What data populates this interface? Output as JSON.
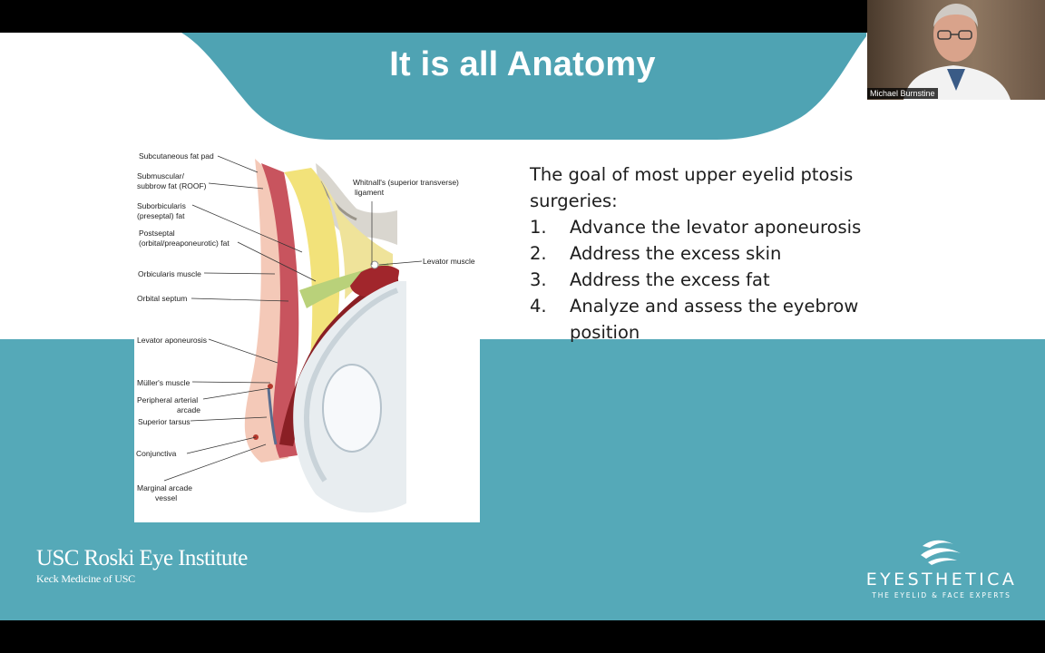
{
  "slide": {
    "title": "It is all Anatomy",
    "bullets_intro": "The goal of most upper eyelid ptosis surgeries:",
    "bullets": [
      {
        "num": "1.",
        "text": "Advance the levator aponeurosis"
      },
      {
        "num": "2.",
        "text": "Address the excess skin"
      },
      {
        "num": "3.",
        "text": "Address the excess fat"
      },
      {
        "num": "4.",
        "text": "Analyze and assess the eyebrow position"
      }
    ],
    "figure_labels": {
      "subcutaneous": "Subcutaneous fat pad",
      "submuscular_1": "Submuscular/",
      "submuscular_2": "subbrow fat (ROOF)",
      "suborbicularis_1": "Suborbicularis",
      "suborbicularis_2": "(preseptal) fat",
      "postseptal_1": "Postseptal",
      "postseptal_2": "(orbital/preaponeurotic) fat",
      "orbicularis": "Orbicularis muscle",
      "septum": "Orbital septum",
      "aponeurosis": "Levator aponeurosis",
      "muller": "Müller's muscle",
      "peripheral_1": "Peripheral arterial",
      "peripheral_2": "arcade",
      "tarsus": "Superior tarsus",
      "conjunctiva": "Conjunctiva",
      "marginal_1": "Marginal arcade",
      "marginal_2": "vessel",
      "whitnall_1": "Whitnall's (superior transverse)",
      "whitnall_2": "ligament",
      "levator_muscle": "Levator muscle"
    },
    "logo_left_main": "USC Roski Eye Institute",
    "logo_left_sub": "Keck Medicine of USC",
    "logo_right_name": "EYESTHETICA",
    "logo_right_tag": "THE EYELID & FACE EXPERTS"
  },
  "participant": {
    "name": "Michael Burnstine"
  },
  "colors": {
    "teal": "#55a9b8",
    "header_teal": "#4fa3b3"
  }
}
